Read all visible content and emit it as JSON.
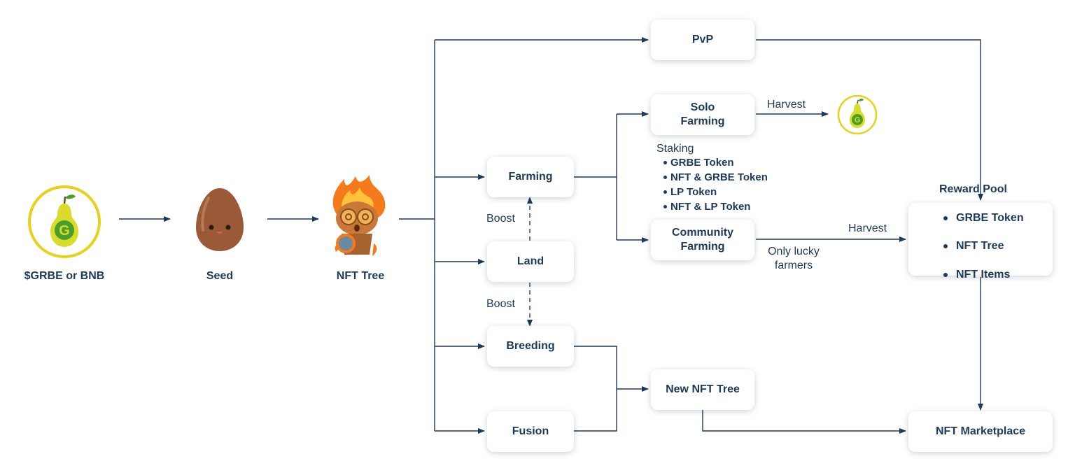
{
  "colors": {
    "line": "#1e3a5a",
    "text": "#1e3a5a",
    "gold": "#e6d21a",
    "pear": "#d9dc2a",
    "coin_green": "#4a9e2c",
    "seed": "#9a5a38",
    "fire": "#f47a1c"
  },
  "icons": {
    "token": "pear-coin-icon",
    "seed": "seed-icon",
    "tree": "fire-tree-character-icon",
    "harvest_reward": "pear-coin-icon"
  },
  "flow": {
    "token_label": "$GRBE or BNB",
    "seed_label": "Seed",
    "tree_label": "NFT Tree"
  },
  "nodes": {
    "pvp": "PvP",
    "solo_farming": "Solo\nFarming",
    "farming": "Farming",
    "community_farming": "Community\nFarming",
    "land": "Land",
    "breeding": "Breeding",
    "fusion": "Fusion",
    "new_nft_tree": "New NFT Tree",
    "nft_marketplace": "NFT Marketplace",
    "reward_pool": {
      "title": "Reward Pool",
      "items": [
        "GRBE Token",
        "NFT Tree",
        "NFT Items"
      ]
    }
  },
  "edges": {
    "harvest_solo": "Harvest",
    "harvest_community": "Harvest",
    "boost_top": "Boost",
    "boost_bottom": "Boost",
    "lucky": "Only lucky\nfarmers"
  },
  "staking": {
    "title": "Staking",
    "items": [
      "GRBE Token",
      "NFT & GRBE Token",
      "LP Token",
      "NFT & LP Token"
    ]
  }
}
